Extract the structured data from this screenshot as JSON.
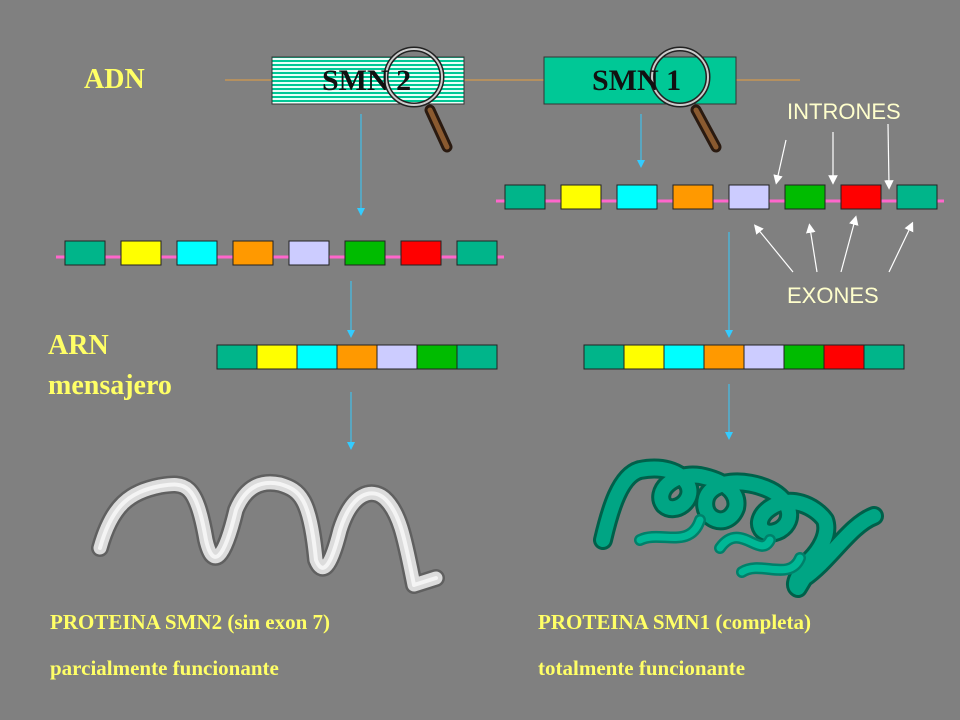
{
  "labels": {
    "adn": "ADN",
    "arn_line1": "ARN",
    "arn_line2": "mensajero",
    "intrones": "INTRONES",
    "exones": "EXONES"
  },
  "genes": {
    "smn2": "SMN 2",
    "smn1": "SMN 1"
  },
  "proteins": {
    "smn2_title": "PROTEINA SMN2 (sin exon 7)",
    "smn2_desc": "parcialmente funcionante",
    "smn1_title": "PROTEINA SMN1 (completa)",
    "smn1_desc": "totalmente funcionante"
  },
  "colors": {
    "background": "#808080",
    "label_yellow": "#ffff66",
    "gene_fill": "#00c896",
    "intron_line": "#ff66cc",
    "arrow": "#33ccff",
    "protein_smn2": "#d8d8d8",
    "protein_smn1": "#00a080"
  },
  "exon_colors": [
    "#00b58a",
    "#ffff00",
    "#00ffff",
    "#ff9900",
    "#ccccff",
    "#00bb00",
    "#ff0000",
    "#00b58a"
  ]
}
